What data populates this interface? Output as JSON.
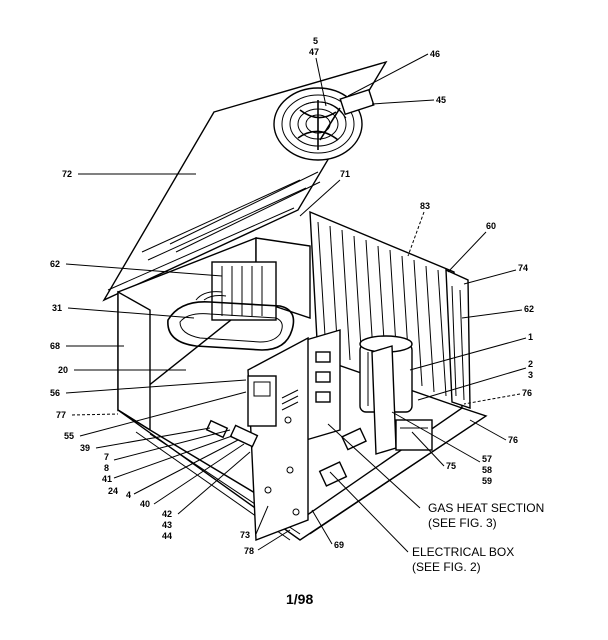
{
  "labels": {
    "l5": "5",
    "l47": "47",
    "l46": "46",
    "l45": "45",
    "l72": "72",
    "l71": "71",
    "l83": "83",
    "l60": "60",
    "l62a": "62",
    "l74": "74",
    "l31": "31",
    "l62b": "62",
    "l68": "68",
    "l1": "1",
    "l20": "20",
    "l2": "2",
    "l3": "3",
    "l56": "56",
    "l76a": "76",
    "l77": "77",
    "l55": "55",
    "l39": "39",
    "l76b": "76",
    "l7": "7",
    "l8": "8",
    "l41": "41",
    "l24": "24",
    "l4": "4",
    "l57": "57",
    "l58": "58",
    "l59": "59",
    "l75": "75",
    "l40": "40",
    "l42": "42",
    "l43": "43",
    "l44": "44",
    "l73": "73",
    "l78": "78",
    "l69": "69"
  },
  "callouts": {
    "gas_heat_1": "GAS HEAT SECTION",
    "gas_heat_2": "(SEE FIG. 3)",
    "electrical_1": "ELECTRICAL BOX",
    "electrical_2": "(SEE FIG. 2)"
  },
  "footer": "1/98"
}
